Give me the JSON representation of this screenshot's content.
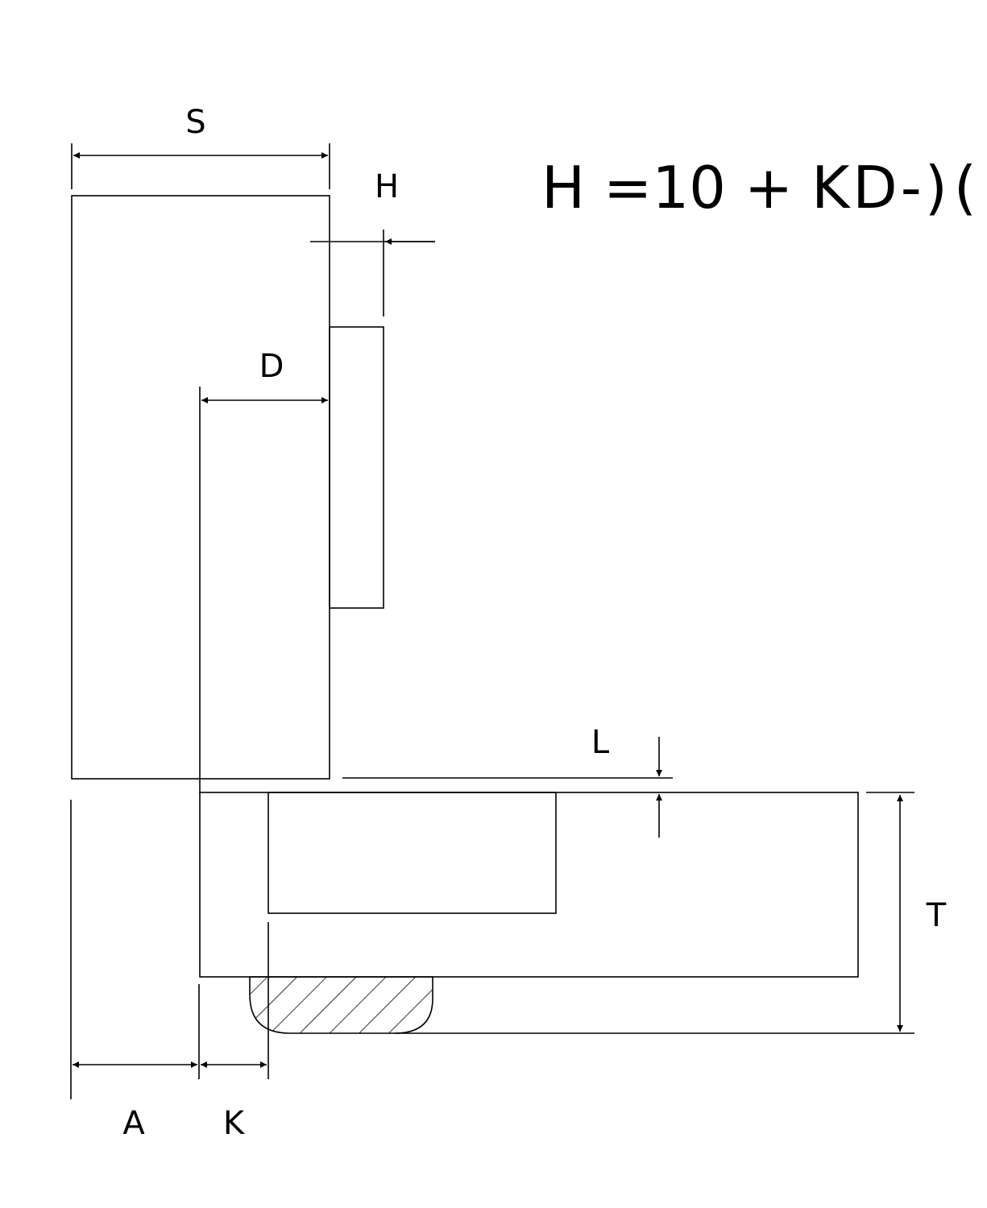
{
  "labels": {
    "S": "S",
    "H": "H",
    "D": "D",
    "L": "L",
    "T": "T",
    "A": "A",
    "K": "K"
  },
  "formula": {
    "main": "H =10 + K",
    "d": "D",
    "minus": "-",
    "close": ")",
    "open": "("
  },
  "colors": {
    "line": "#000000",
    "background": "#ffffff"
  }
}
